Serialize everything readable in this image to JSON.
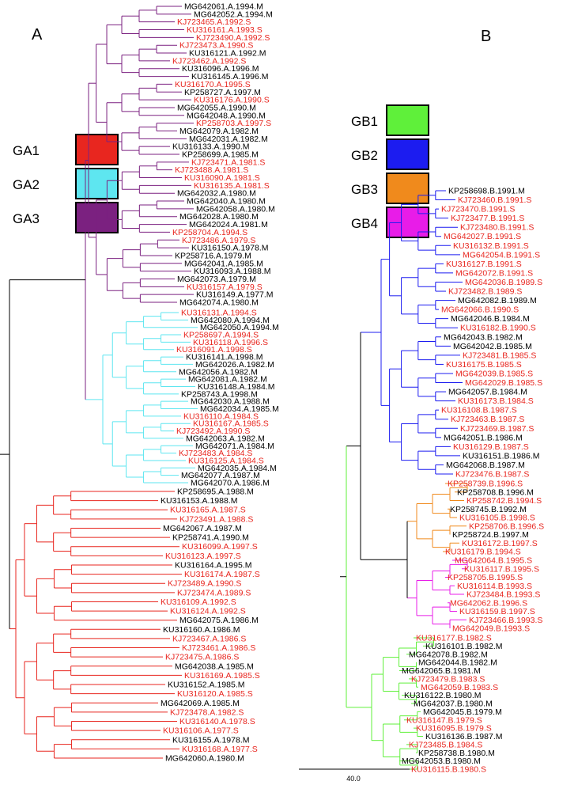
{
  "panels": {
    "a": "A",
    "b": "B"
  },
  "scale_label": "40.0",
  "colors": {
    "GA1": "#e8261f",
    "GA2": "#5ee6f0",
    "GA3": "#7b2180",
    "GB1": "#5ff03a",
    "GB2": "#1c1cf0",
    "GB3": "#f08a1c",
    "GB4": "#e81ce8",
    "label_s": "#e8261f",
    "label_m": "#000000"
  },
  "legend_a": [
    {
      "label": "GA1",
      "color": "#e8261f"
    },
    {
      "label": "GA2",
      "color": "#5ee6f0"
    },
    {
      "label": "GA3",
      "color": "#7b2180"
    }
  ],
  "legend_b": [
    {
      "label": "GB1",
      "color": "#5ff03a"
    },
    {
      "label": "GB2",
      "color": "#1c1cf0"
    },
    {
      "label": "GB3",
      "color": "#f08a1c"
    },
    {
      "label": "GB4",
      "color": "#e81ce8"
    }
  ],
  "tree_a": {
    "GA3": [
      "MG642061.A.1994.M",
      "MG642052.A.1994.M",
      "KJ723465.A.1992.S",
      "KU316161.A.1993.S",
      "KJ723490.A.1992.S",
      "KJ723473.A.1990.S",
      "KU316121.A.1992.M",
      "KJ723462.A.1992.S",
      "KU316096.A.1996.M",
      "KU316145.A.1996.M",
      "KU316170.A.1995.S",
      "KP258727.A.1997.M",
      "KU316176.A.1990.S",
      "MG642055.A.1990.M",
      "MG642048.A.1990.M",
      "KP258703.A.1997.S",
      "MG642079.A.1982.M",
      "MG642031.A.1982.M",
      "KU316133.A.1990.M",
      "KP258699.A.1985.M",
      "KJ723471.A.1981.S",
      "KJ723488.A.1981.S",
      "KU316090.A.1981.S",
      "KU316135.A.1981.S",
      "MG642032.A.1980.M",
      "MG642040.A.1980.M",
      "MG642058.A.1980.M",
      "MG642028.A.1980.M",
      "MG642024.A.1981.M",
      "KP258704.A.1994.S",
      "KJ723486.A.1979.S",
      "KU316150.A.1978.M",
      "KP258716.A.1979.M",
      "MG642041.A.1985.M",
      "KU316093.A.1988.M",
      "MG642073.A.1979.M",
      "KU316157.A.1979.S",
      "KU316149.A.1977.M",
      "MG642074.A.1980.M"
    ],
    "GA2": [
      "KU316131.A.1994.S",
      "MG642080.A.1994.M",
      "MG642050.A.1994.M",
      "KP258697.A.1994.S",
      "KU316118.A.1996.S",
      "KU316091.A.1998.S",
      "KU316141.A.1998.M",
      "MG642026.A.1982.M",
      "MG642056.A.1982.M",
      "MG642081.A.1982.M",
      "KU316148.A.1984.M",
      "KP258743.A.1998.M",
      "MG642030.A.1988.M",
      "MG642034.A.1985.M",
      "KU316110.A.1984.S",
      "KU316167.A.1985.S",
      "KJ723492.A.1990.S",
      "MG642063.A.1982.M",
      "MG642071.A.1984.M",
      "KJ723483.A.1984.S",
      "KU316125.A.1984.S",
      "MG642035.A.1984.M",
      "MG642077.A.1987.M",
      "MG642070.A.1986.M"
    ],
    "GA1": [
      "KP258695.A.1988.M",
      "KU316153.A.1988.M",
      "KU316165.A.1987.S",
      "KJ723491.A.1988.S",
      "MG642067.A.1987.M",
      "KP258741.A.1990.M",
      "KU316099.A.1997.S",
      "KU316123.A.1997.S",
      "KU316164.A.1995.M",
      "KU316174.A.1987.S",
      "KJ723489.A.1990.S",
      "KJ723474.A.1989.S",
      "KU316109.A.1992.S",
      "KU316124.A.1992.S",
      "MG642075.A.1986.M",
      "KU316160.A.1986.M",
      "KJ723467.A.1986.S",
      "KJ723461.A.1986.S",
      "KJ723475.A.1986.S",
      "MG642038.A.1985.M",
      "KU316169.A.1985.S",
      "KU316152.A.1985.M",
      "KU316120.A.1985.S",
      "MG642069.A.1985.M",
      "KJ723478.A.1982.S",
      "KU316140.A.1978.S",
      "KU316106.A.1977.S",
      "KU316155.A.1978.M",
      "KU316168.A.1977.S",
      "MG642060.A.1980.M"
    ]
  },
  "tree_b": {
    "GB2": [
      "KP258698.B.1991.M",
      "KJ723460.B.1991.S",
      "KJ723470.B.1991.S",
      "KJ723477.B.1991.S",
      "KJ723480.B.1991.S",
      "MG642027.B.1991.S",
      "KU316132.B.1991.S",
      "MG642054.B.1991.S",
      "KU316127.B.1991.S",
      "MG642072.B.1991.S",
      "MG642036.B.1989.S",
      "KJ723482.B.1989.S",
      "MG642082.B.1989.M",
      "MG642066.B.1990.S",
      "MG642046.B.1984.M",
      "KU316182.B.1990.S",
      "MG642043.B.1982.M",
      "MG642042.B.1985.M",
      "KJ723481.B.1985.S",
      "KU316175.B.1985.S",
      "MG642039.B.1985.S",
      "MG642029.B.1985.S",
      "MG642057.B.1984.M",
      "KU316173.B.1984.S",
      "KU316108.B.1987.S",
      "KJ723463.B.1987.S",
      "KJ723469.B.1987.S",
      "MG642051.B.1986.M",
      "KU316129.B.1987.S",
      "KU316151.B.1986.M",
      "MG642068.B.1987.M",
      "KJ723476.B.1987.S"
    ],
    "GB3": [
      "KP258739.B.1996.S",
      "KP258708.B.1996.M",
      "KP258742.B.1994.S",
      "KP258745.B.1992.M",
      "KU316105.B.1998.S",
      "KP258706.B.1996.S",
      "KP258724.B.1997.M",
      "KU316172.B.1997.S",
      "KU316179.B.1994.S"
    ],
    "GB4": [
      "MG642064.B.1995.S",
      "KU316117.B.1995.S",
      "KP258705.B.1995.S",
      "KU316114.B.1993.S",
      "KJ723484.B.1993.S",
      "MG642062.B.1996.S",
      "KU316159.B.1997.S",
      "KJ723466.B.1993.S",
      "MG642049.B.1993.S"
    ],
    "GB1": [
      "KU316177.B.1982.S",
      "KU316101.B.1982.M",
      "MG642078.B.1982.M",
      "MG642044.B.1982.M",
      "MG642065.B.1981.M",
      "KJ723479.B.1983.S",
      "MG642059.B.1983.S",
      "KU316122.B.1980.M",
      "MG642037.B.1980.M",
      "MG642045.B.1979.M",
      "KU316147.B.1979.S",
      "KU316095.B.1979.S",
      "KU316136.B.1987.M",
      "KJ723485.B.1984.S",
      "KP258738.B.1980.M",
      "MG642053.B.1980.M",
      "KU316115.B.1980.S"
    ]
  }
}
